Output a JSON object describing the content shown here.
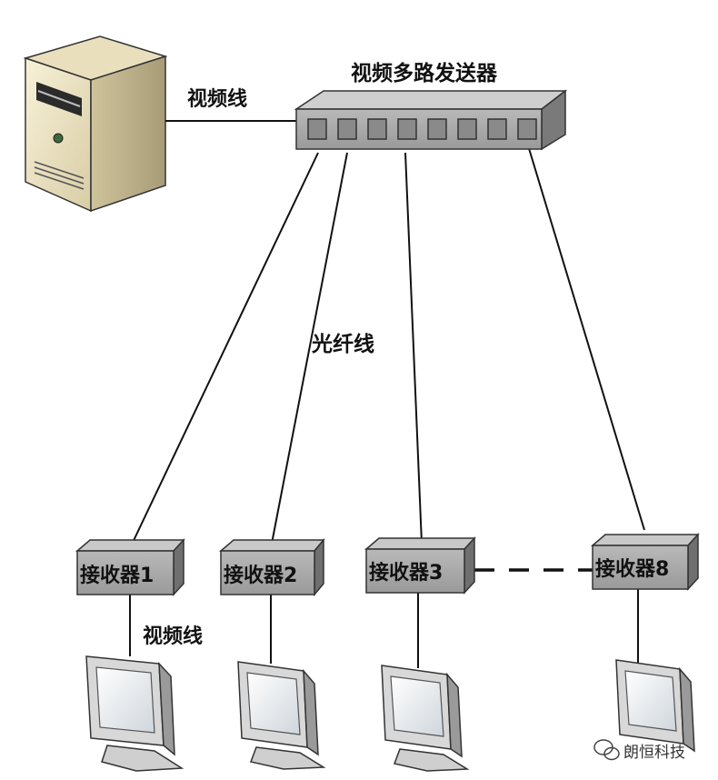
{
  "labels": {
    "sender": "视频多路发送器",
    "video_cable_top": "视频线",
    "fiber_cable": "光纤线",
    "video_cable_bottom": "视频线"
  },
  "receivers": [
    {
      "label": "接收器1"
    },
    {
      "label": "接收器2"
    },
    {
      "label": "接收器3"
    },
    {
      "label": "接收器8"
    }
  ],
  "watermark": "朗恒科技",
  "colors": {
    "device_gray": "#a9a9a9",
    "device_dark": "#6f6f6f",
    "line": "#111111",
    "server_beige": "#efe6c8"
  }
}
